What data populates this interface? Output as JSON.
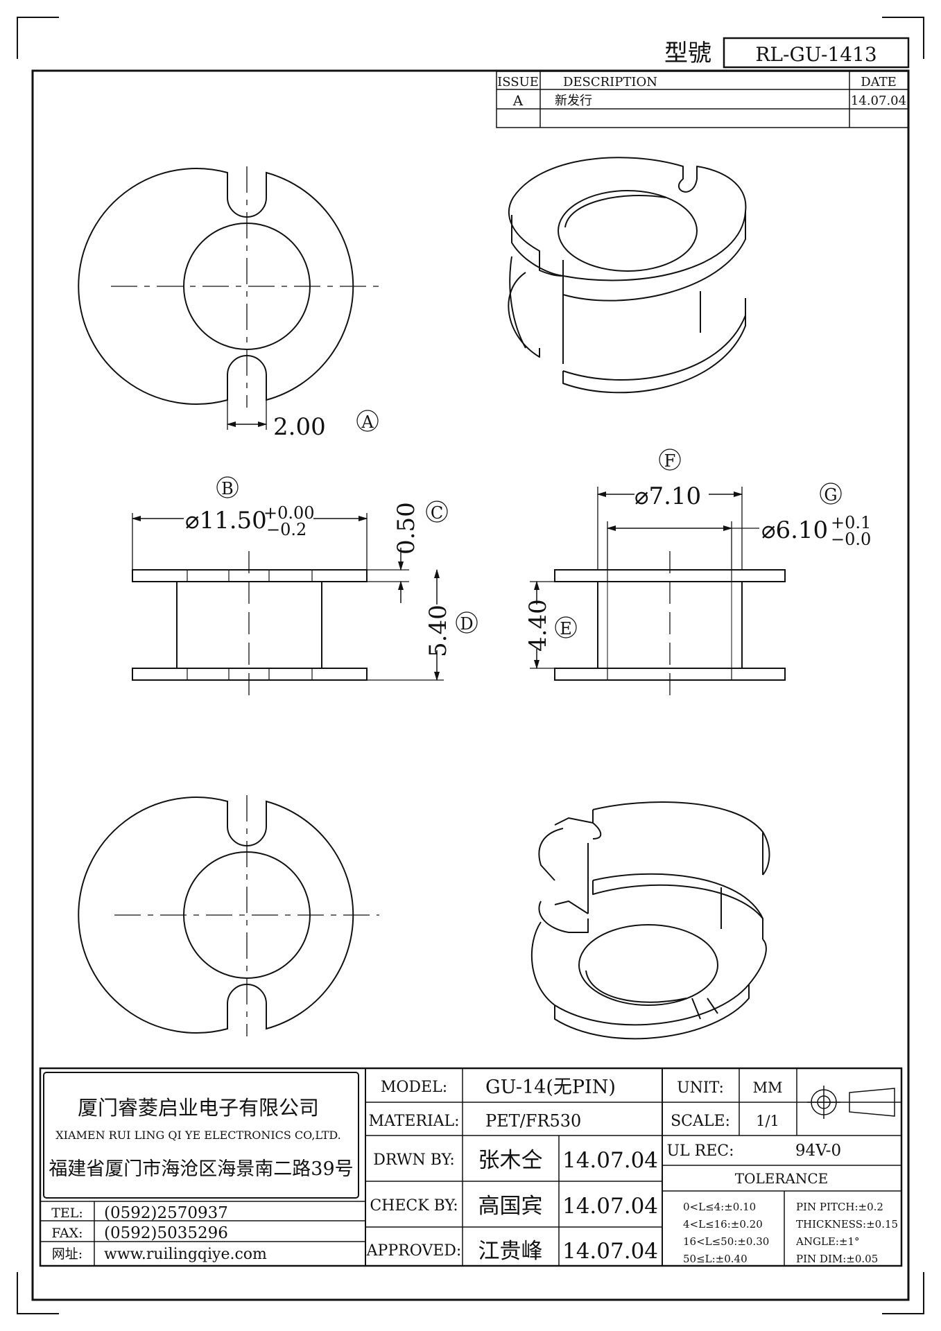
{
  "model_header": {
    "label": "型號",
    "value": "RL-GU-1413"
  },
  "revision": {
    "headers": {
      "issue": "ISSUE",
      "description": "DESCRIPTION",
      "date": "DATE"
    },
    "rows": [
      {
        "issue": "A",
        "description": "新发行",
        "date": "14.07.04"
      }
    ]
  },
  "dimensions": {
    "slot_width": "2.00",
    "flange_dia": "⌀11.50",
    "flange_dia_tol_plus": "+0.00",
    "flange_dia_tol_minus": "−0.2",
    "flange_thickness": "0.50",
    "total_height": "5.40",
    "inner_height": "4.40",
    "body_outer_dia": "⌀7.10",
    "body_inner_dia": "⌀6.10",
    "body_inner_tol_plus": "+0.1",
    "body_inner_tol_minus": "−0.0"
  },
  "callouts": {
    "a": "A",
    "b": "B",
    "c": "C",
    "d": "D",
    "e": "E",
    "f": "F",
    "g": "G"
  },
  "company": {
    "name_cn": "厦门睿菱启业电子有限公司",
    "name_en": "XIAMEN RUI LING QI YE ELECTRONICS CO,LTD.",
    "address": "福建省厦门市海沧区海景南二路39号",
    "tel_label": "TEL:",
    "tel": "(0592)2570937",
    "fax_label": "FAX:",
    "fax": "(0592)5035296",
    "web_label": "网址:",
    "web": "www.ruilingqiye.com"
  },
  "title_block": {
    "model_label": "MODEL:",
    "model_value": "GU-14(无PIN)",
    "material_label": "MATERIAL:",
    "material_value": "PET/FR530",
    "drawn_label": "DRWN BY:",
    "drawn_name": "张木仝",
    "drawn_date": "14.07.04",
    "check_label": "CHECK BY:",
    "check_name": "高国宾",
    "check_date": "14.07.04",
    "approved_label": "APPROVED:",
    "approved_name": "江贵峰",
    "approved_date": "14.07.04",
    "unit_label": "UNIT:",
    "unit_value": "MM",
    "scale_label": "SCALE:",
    "scale_value": "1/1",
    "ul_label": "UL REC:",
    "ul_value": "94V-0",
    "tolerance_label": "TOLERANCE",
    "tolerances_left": [
      "0<L≤4:±0.10",
      "4<L≤16:±0.20",
      "16<L≤50:±0.30",
      "50≤L:±0.40"
    ],
    "tolerances_right": [
      "PIN PITCH:±0.2",
      "THICKNESS:±0.15",
      "ANGLE:±1°",
      "PIN DIM:±0.05"
    ]
  }
}
